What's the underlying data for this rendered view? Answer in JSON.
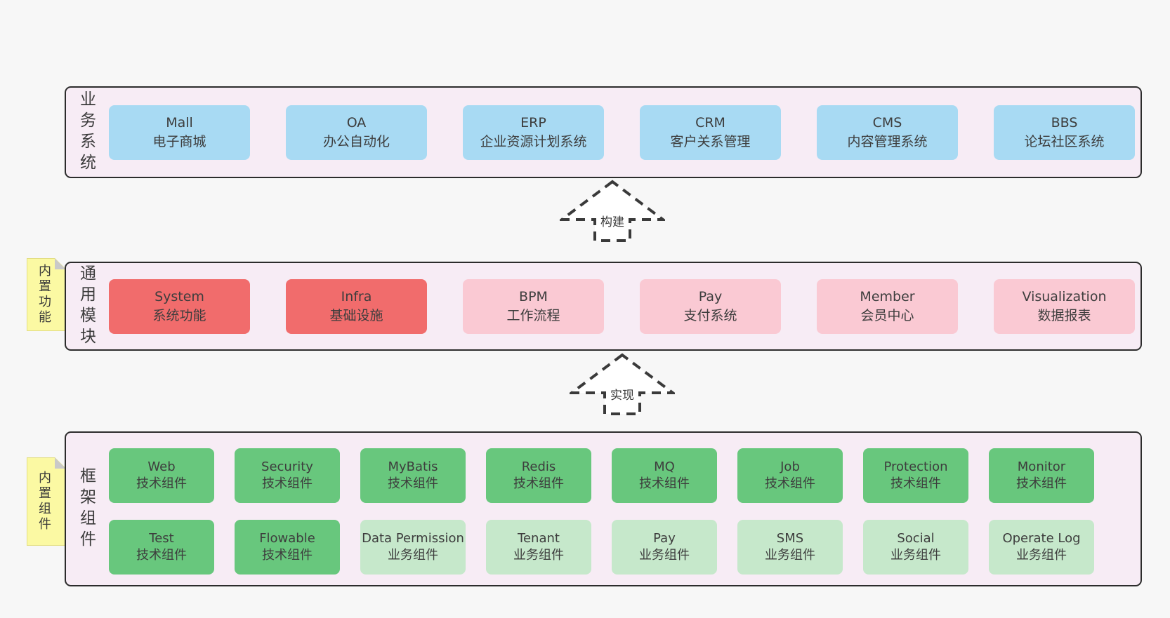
{
  "palette": {
    "background": "#f7f7f7",
    "panel_fill": "#f7ecf5",
    "panel_border": "#2c2c2c",
    "business_box": "#a8daf3",
    "core_module_box": "#f16c6c",
    "optional_module_box": "#fac9d3",
    "tech_component_box": "#68c77d",
    "biz_component_box": "#c6e8cb",
    "sticky_note": "#fbf9a3"
  },
  "panels": {
    "business": {
      "title": "业务系统",
      "boxes": [
        {
          "en": "Mall",
          "zh": "电子商城",
          "variant": "blue"
        },
        {
          "en": "OA",
          "zh": "办公自动化",
          "variant": "blue"
        },
        {
          "en": "ERP",
          "zh": "企业资源计划系统",
          "variant": "blue"
        },
        {
          "en": "CRM",
          "zh": "客户关系管理",
          "variant": "blue"
        },
        {
          "en": "CMS",
          "zh": "内容管理系统",
          "variant": "blue"
        },
        {
          "en": "BBS",
          "zh": "论坛社区系统",
          "variant": "blue"
        }
      ]
    },
    "modules": {
      "title": "通用模块",
      "note": "内置功能",
      "boxes": [
        {
          "en": "System",
          "zh": "系统功能",
          "variant": "red"
        },
        {
          "en": "Infra",
          "zh": "基础设施",
          "variant": "red"
        },
        {
          "en": "BPM",
          "zh": "工作流程",
          "variant": "pink"
        },
        {
          "en": "Pay",
          "zh": "支付系统",
          "variant": "pink"
        },
        {
          "en": "Member",
          "zh": "会员中心",
          "variant": "pink"
        },
        {
          "en": "Visualization",
          "zh": "数据报表",
          "variant": "pink"
        }
      ]
    },
    "framework": {
      "title": "框架组件",
      "note": "内置组件",
      "boxes": [
        {
          "en": "Web",
          "zh": "技术组件",
          "variant": "green"
        },
        {
          "en": "Security",
          "zh": "技术组件",
          "variant": "green"
        },
        {
          "en": "MyBatis",
          "zh": "技术组件",
          "variant": "green"
        },
        {
          "en": "Redis",
          "zh": "技术组件",
          "variant": "green"
        },
        {
          "en": "MQ",
          "zh": "技术组件",
          "variant": "green"
        },
        {
          "en": "Job",
          "zh": "技术组件",
          "variant": "green"
        },
        {
          "en": "Protection",
          "zh": "技术组件",
          "variant": "green"
        },
        {
          "en": "Monitor",
          "zh": "技术组件",
          "variant": "green"
        },
        {
          "en": "Test",
          "zh": "技术组件",
          "variant": "green"
        },
        {
          "en": "Flowable",
          "zh": "技术组件",
          "variant": "green"
        },
        {
          "en": "Data Permission",
          "zh": "业务组件",
          "variant": "green-light"
        },
        {
          "en": "Tenant",
          "zh": "业务组件",
          "variant": "green-light"
        },
        {
          "en": "Pay",
          "zh": "业务组件",
          "variant": "green-light"
        },
        {
          "en": "SMS",
          "zh": "业务组件",
          "variant": "green-light"
        },
        {
          "en": "Social",
          "zh": "业务组件",
          "variant": "green-light"
        },
        {
          "en": "Operate Log",
          "zh": "业务组件",
          "variant": "green-light"
        }
      ]
    }
  },
  "arrows": [
    {
      "label": "构建"
    },
    {
      "label": "实现"
    }
  ]
}
